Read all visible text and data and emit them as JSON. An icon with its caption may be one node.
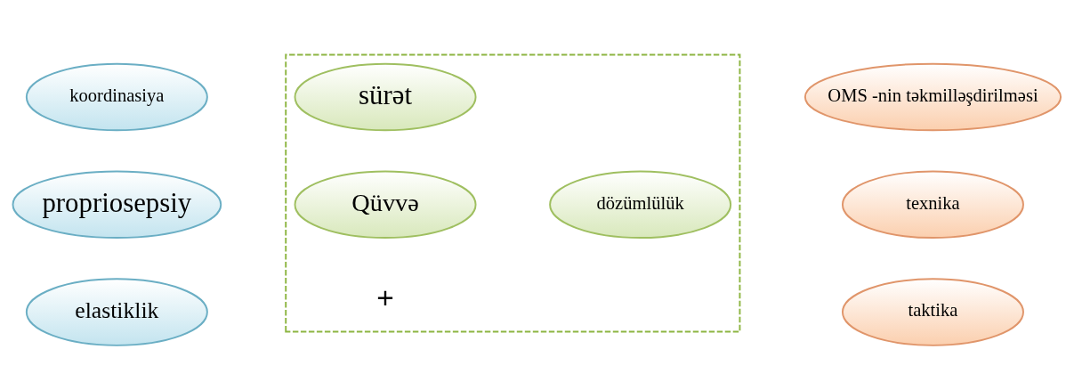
{
  "diagram": {
    "nodes": [
      {
        "text": [
          "koordinasiya"
        ]
      },
      {
        "text": [
          "propriosepsiy"
        ]
      },
      {
        "text": [
          "elastiklik"
        ]
      },
      {
        "text": [],
        "shape": "box"
      },
      {
        "text": [
          "sürət"
        ],
        "in": 3
      },
      {
        "text": [
          "dözümlülük"
        ],
        "in": 3
      },
      {
        "text": [
          "Qüvvə"
        ],
        "in": 3
      },
      {
        "text": [
          "OMS -nin təkmilləşdirilməsi"
        ]
      },
      {
        "text": [
          "texnika"
        ]
      },
      {
        "text": [
          "taktika"
        ]
      }
    ],
    "edges": [],
    "labels": [
      "+"
    ]
  }
}
